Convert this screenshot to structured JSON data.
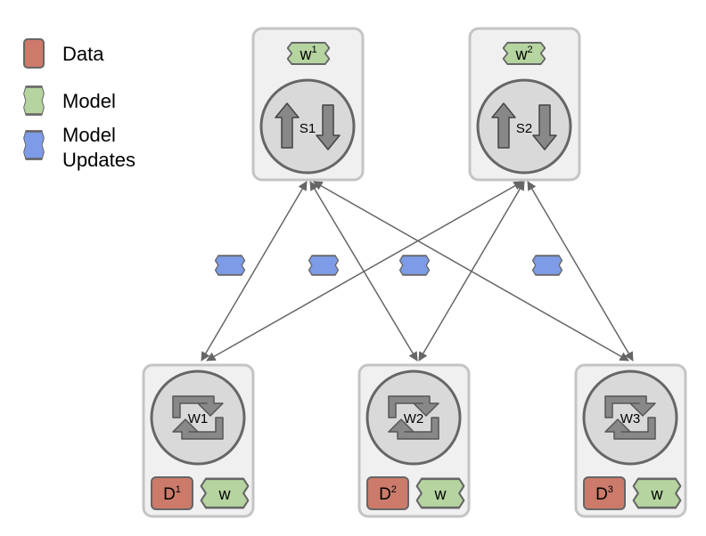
{
  "legend": {
    "data_label": "Data",
    "model_label": "Model",
    "updates_label_line1": "Model",
    "updates_label_line2": "Updates"
  },
  "servers": [
    {
      "id": "S1",
      "param_base": "w",
      "param_sup": "1"
    },
    {
      "id": "S2",
      "param_base": "w",
      "param_sup": "2"
    }
  ],
  "workers": [
    {
      "id": "W1",
      "data_base": "D",
      "data_sup": "1",
      "model_label": "w"
    },
    {
      "id": "W2",
      "data_base": "D",
      "data_sup": "2",
      "model_label": "w"
    },
    {
      "id": "W3",
      "data_base": "D",
      "data_sup": "3",
      "model_label": "w"
    }
  ],
  "connections": [
    {
      "from": "S1",
      "to": "W1"
    },
    {
      "from": "S1",
      "to": "W2"
    },
    {
      "from": "S1",
      "to": "W3"
    },
    {
      "from": "S2",
      "to": "W1"
    },
    {
      "from": "S2",
      "to": "W2"
    },
    {
      "from": "S2",
      "to": "W3"
    }
  ],
  "colors": {
    "data": "#cc7a6a",
    "model": "#b5d4a0",
    "updates": "#7d9be6",
    "box_fill": "#f0f0f0",
    "box_stroke": "#c4c4c4",
    "circle_fill": "#d9d9d9",
    "dark": "#666666"
  }
}
